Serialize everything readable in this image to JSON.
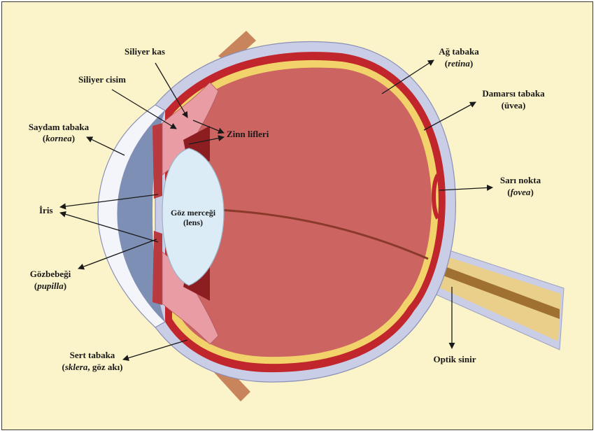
{
  "labels": {
    "siliyer_kas": "Siliyer kas",
    "siliyer_cisim": "Siliyer cisim",
    "saydam_tabaka_1": "Saydam tabaka",
    "saydam_tabaka_2": "kornea",
    "zinn_lifleri": "Zinn lifleri",
    "iris": "İris",
    "goz_mercegi_1": "Göz merceği",
    "goz_mercegi_2": "(lens)",
    "gozbebegi_1": "Gözbebeği",
    "gozbebegi_2": "pupilla",
    "sert_tabaka_1": "Sert tabaka",
    "sert_tabaka_2a": "sklera",
    "sert_tabaka_2b": ", göz akı)",
    "ag_tabaka_1": "Ağ tabaka",
    "ag_tabaka_2": "retina",
    "damarsi_tabaka_1": "Damarsı tabaka",
    "damarsi_tabaka_2": "(üvea)",
    "sari_nokta_1": "Sarı nokta",
    "sari_nokta_2": "fovea",
    "optik_sinir": "Optik sinir",
    "open_paren": "(",
    "close_paren": ")"
  },
  "colors": {
    "background": "#fbf3c9",
    "sclera": "#c9cde6",
    "choroid": "#c0262b",
    "retina": "#f2d36b",
    "vitreous": "#cc6461",
    "lens": "#dcecf6",
    "iris": "#b83a3f",
    "ciliary": "#e99ca4",
    "cornea": "#7d8fb4",
    "optic_nerve": "#e9cf8a"
  }
}
